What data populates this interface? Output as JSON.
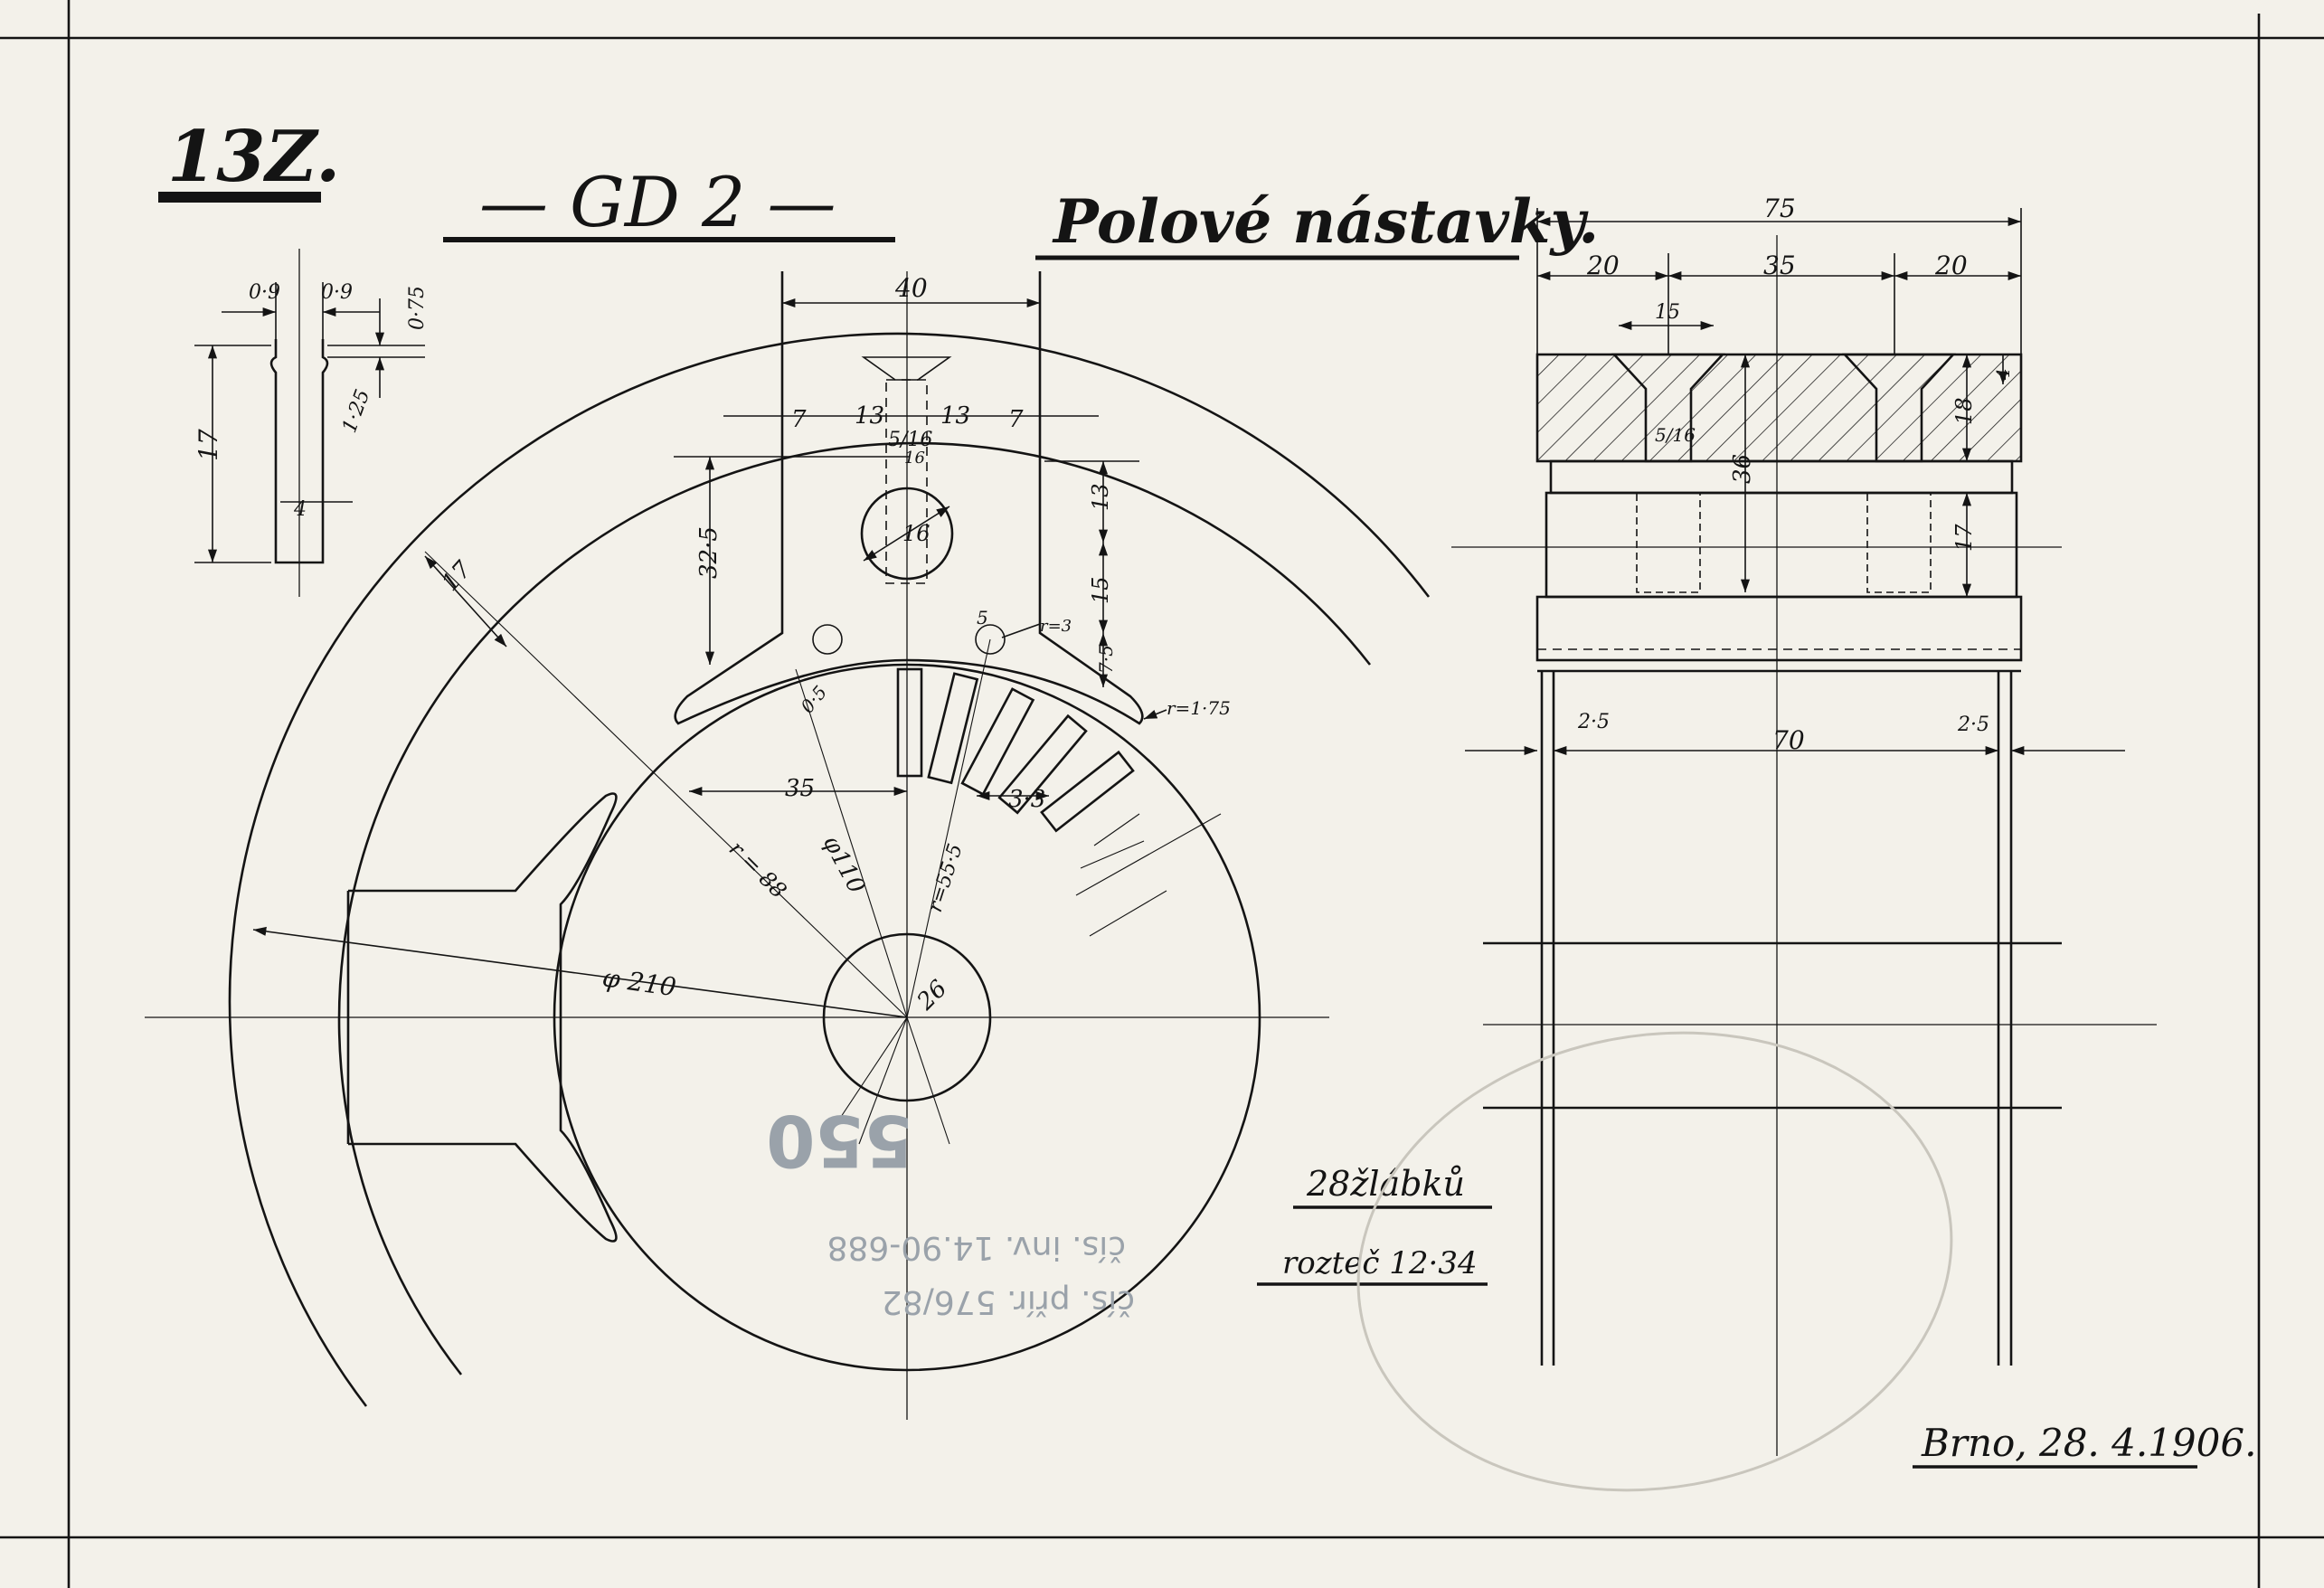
{
  "sheet": {
    "number": "13Z.",
    "series": "— GD 2 —",
    "title": "Polové nástavky.",
    "note_grooves": "28žlábků",
    "note_pitch": "rozteč 12·34",
    "place_date": "Brno, 28. 4.1906."
  },
  "stamp": {
    "number": "550",
    "inventory": "čís. inv. 14.90-688",
    "archive": "čís. přír. 576/82"
  },
  "dimensions": {
    "slot_09_left": "0·9",
    "slot_09_right": "0·9",
    "slot_075": "0·75",
    "slot_125": "1·25",
    "slot_17": "17",
    "slot_4": "4",
    "w40": "40",
    "w7_left": "7",
    "w13_left": "13",
    "w13_right": "13",
    "w7_right": "7",
    "screw_516_top": "5/16",
    "screw_516_bottom": "16",
    "d16": "16",
    "h325": "32·5",
    "h13": "13",
    "h15": "15",
    "h75": "7·5",
    "r3": "r=3",
    "r175": "r=1·75",
    "r05": "0·5",
    "d5": "5",
    "w35": "35",
    "w33": "3·3",
    "ring17": "17",
    "d110": "φ110",
    "r88": "r = 88",
    "r555": "r=55·5",
    "d26": "26",
    "d210": "φ 210",
    "total75": "75",
    "side20_left": "20",
    "mid35": "35",
    "side20_right": "20",
    "head15": "15",
    "screw_516_side": "5/16",
    "depth36": "36",
    "h18": "18",
    "h4": "4",
    "h17": "17",
    "gap25_left": "2·5",
    "len70": "70",
    "gap25_right": "2·5"
  },
  "colors": {
    "paper": "#f3f1ea",
    "ink": "#141414",
    "stamp": "#8d959d"
  }
}
